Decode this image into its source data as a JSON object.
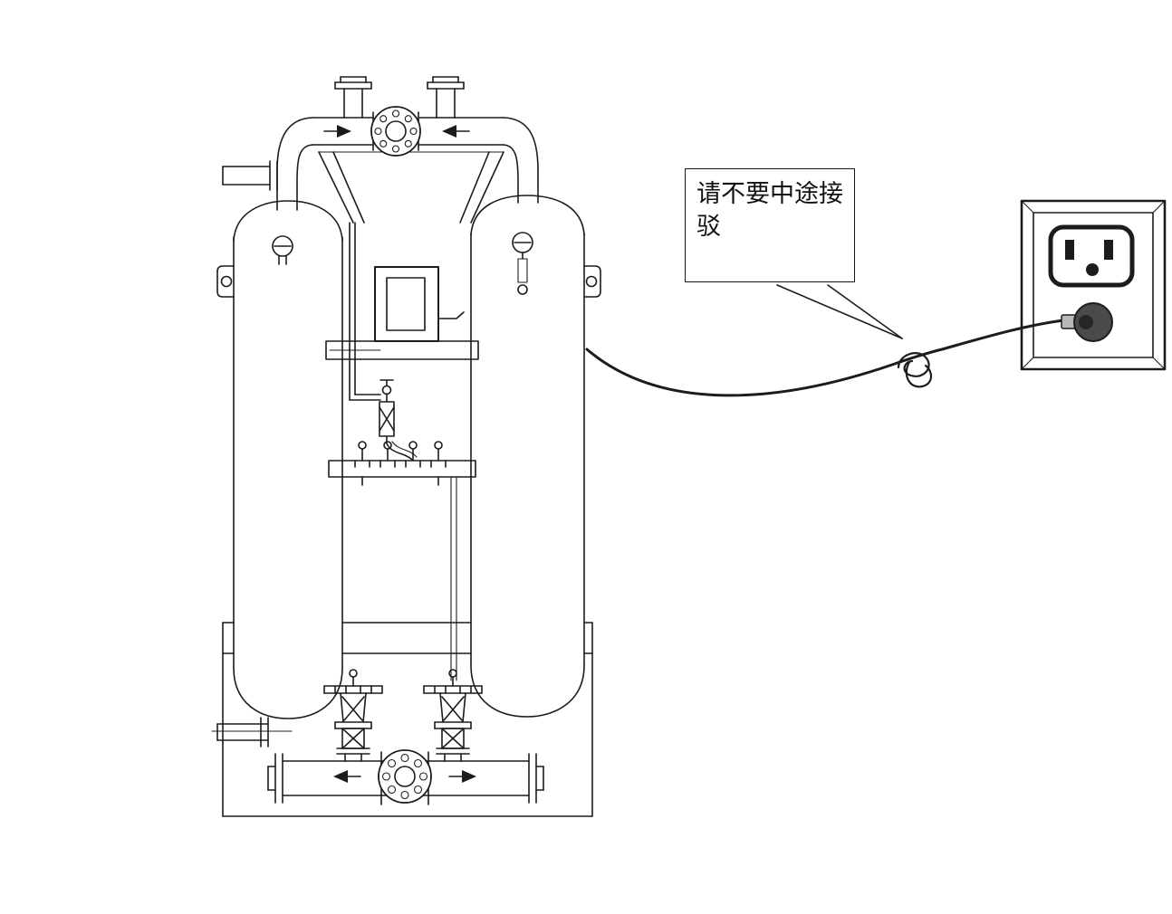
{
  "callout": {
    "text": "请不要中途接驳"
  },
  "colors": {
    "line": "#1c1c1c",
    "plug_body": "#4a4a4a",
    "plug_core": "#262626",
    "plug_boot": "#b8b8b8",
    "background": "#ffffff"
  },
  "icons": [
    {
      "name": "flow-arrow-top-left",
      "glyph": "▶"
    },
    {
      "name": "flow-arrow-top-right",
      "glyph": "◀"
    },
    {
      "name": "flow-arrow-bottom-left",
      "glyph": "◀"
    },
    {
      "name": "flow-arrow-bottom-right",
      "glyph": "▶"
    }
  ]
}
